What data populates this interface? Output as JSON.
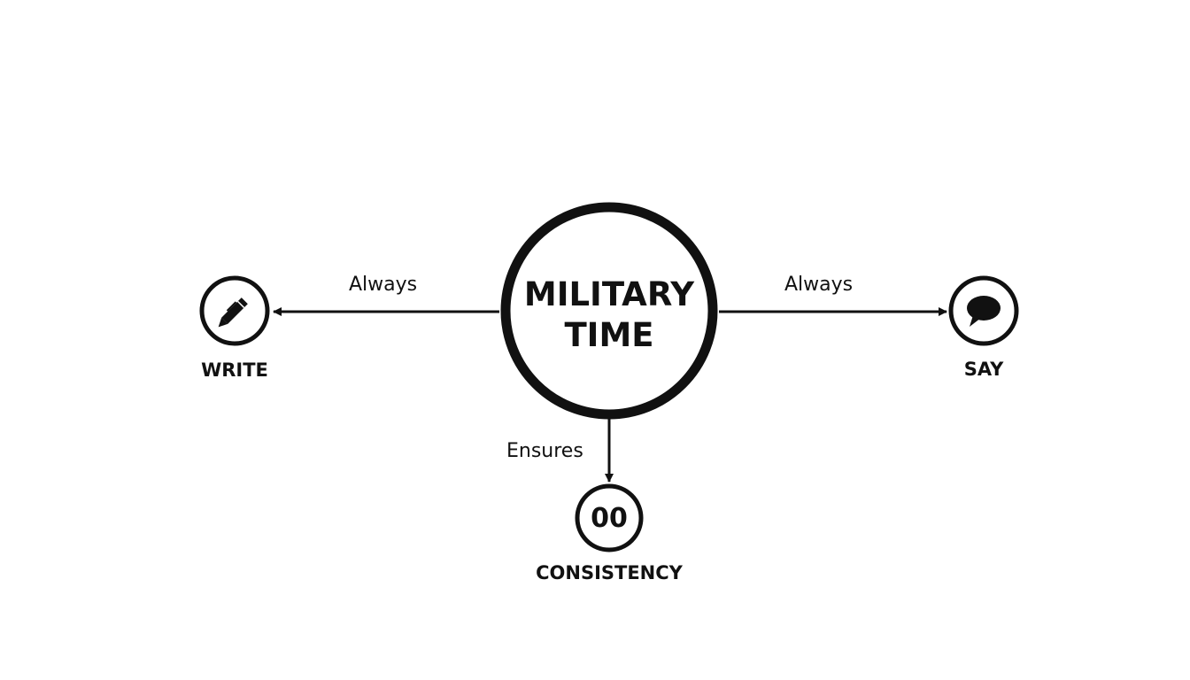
{
  "center": {
    "line1": "MILITARY",
    "line2": "TIME"
  },
  "edges": {
    "left_label": "Always",
    "right_label": "Always",
    "down_label": "Ensures"
  },
  "nodes": {
    "write": {
      "label": "WRITE",
      "icon": "pen-icon"
    },
    "say": {
      "label": "SAY",
      "icon": "speech-bubble-icon"
    },
    "consistency": {
      "label": "CONSISTENCY",
      "symbol": "00"
    }
  },
  "colors": {
    "stroke": "#111111",
    "background": "#ffffff"
  }
}
